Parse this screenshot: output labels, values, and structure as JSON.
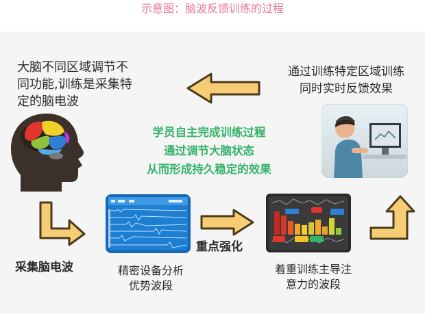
{
  "title": "示意图：脑波反馈训练的过程",
  "brain_description": [
    "大脑不同区域调节不",
    "同功能,训练是采集特",
    "定的脑电波"
  ],
  "training_description": [
    "通过训练特定区域训练",
    "同时实时反馈效果"
  ],
  "center_text": [
    "学员自主完成训练过程",
    "通过调节大脑状态",
    "从而形成持久稳定的效果"
  ],
  "step_collect": "采集脑电波",
  "step_analyze": [
    "精密设备分析",
    "优势波段"
  ],
  "step_emphasize": "重点强化",
  "step_focus": [
    "着重训练主导注",
    "意力的波段"
  ],
  "colors": {
    "caption": "#e87a8c",
    "highlight_green": "#34b36b",
    "arrow_fill": "#f6cd75",
    "arrow_stroke": "#4a3a1a",
    "panel_bg": "#f5f5f5"
  },
  "icons": [
    "brain-head-icon",
    "eeg-screen-icon",
    "bar-chart-screen-icon",
    "training-photo-icon"
  ]
}
